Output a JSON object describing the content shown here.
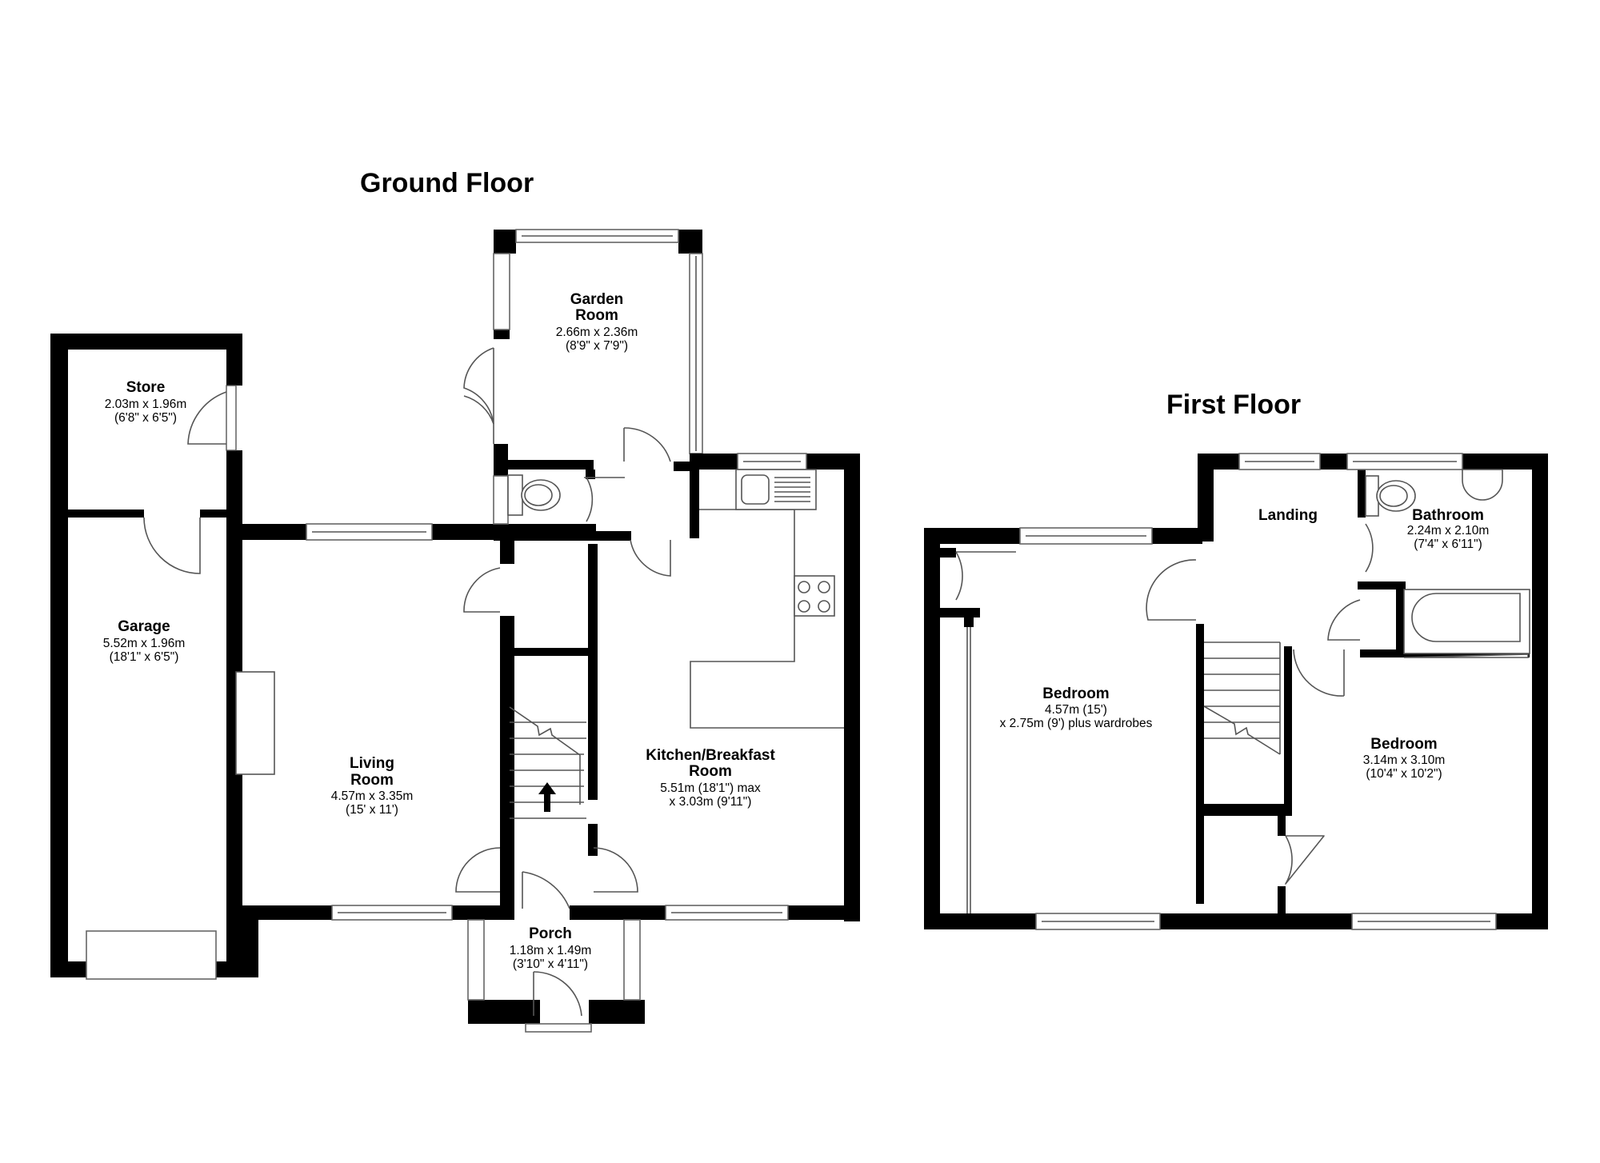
{
  "floors": {
    "ground": {
      "title": "Ground Floor",
      "rooms": {
        "store": {
          "name": [
            "Store"
          ],
          "dims": [
            "2.03m x 1.96m",
            "(6'8\" x 6'5\")"
          ]
        },
        "garage": {
          "name": [
            "Garage"
          ],
          "dims": [
            "5.52m x 1.96m",
            "(18'1\" x 6'5\")"
          ]
        },
        "garden": {
          "name": [
            "Garden",
            "Room"
          ],
          "dims": [
            "2.66m x 2.36m",
            "(8'9\" x 7'9\")"
          ]
        },
        "living": {
          "name": [
            "Living",
            "Room"
          ],
          "dims": [
            "4.57m x 3.35m",
            "(15' x 11')"
          ]
        },
        "kitchen": {
          "name": [
            "Kitchen/Breakfast",
            "Room"
          ],
          "dims": [
            "5.51m (18'1\") max",
            "x 3.03m (9'11\")"
          ]
        },
        "porch": {
          "name": [
            "Porch"
          ],
          "dims": [
            "1.18m x 1.49m",
            "(3'10\" x 4'11\")"
          ]
        }
      }
    },
    "first": {
      "title": "First Floor",
      "rooms": {
        "landing": {
          "name": [
            "Landing"
          ],
          "dims": []
        },
        "bathroom": {
          "name": [
            "Bathroom"
          ],
          "dims": [
            "2.24m x 2.10m",
            "(7'4\" x 6'11\")"
          ]
        },
        "bedroom1": {
          "name": [
            "Bedroom"
          ],
          "dims": [
            "4.57m (15')",
            "x 2.75m (9') plus wardrobes"
          ]
        },
        "bedroom2": {
          "name": [
            "Bedroom"
          ],
          "dims": [
            "3.14m x 3.10m",
            "(10'4\" x 10'2\")"
          ]
        }
      }
    }
  },
  "colors": {
    "wall": "#000000",
    "line": "#555555",
    "background": "#ffffff"
  }
}
